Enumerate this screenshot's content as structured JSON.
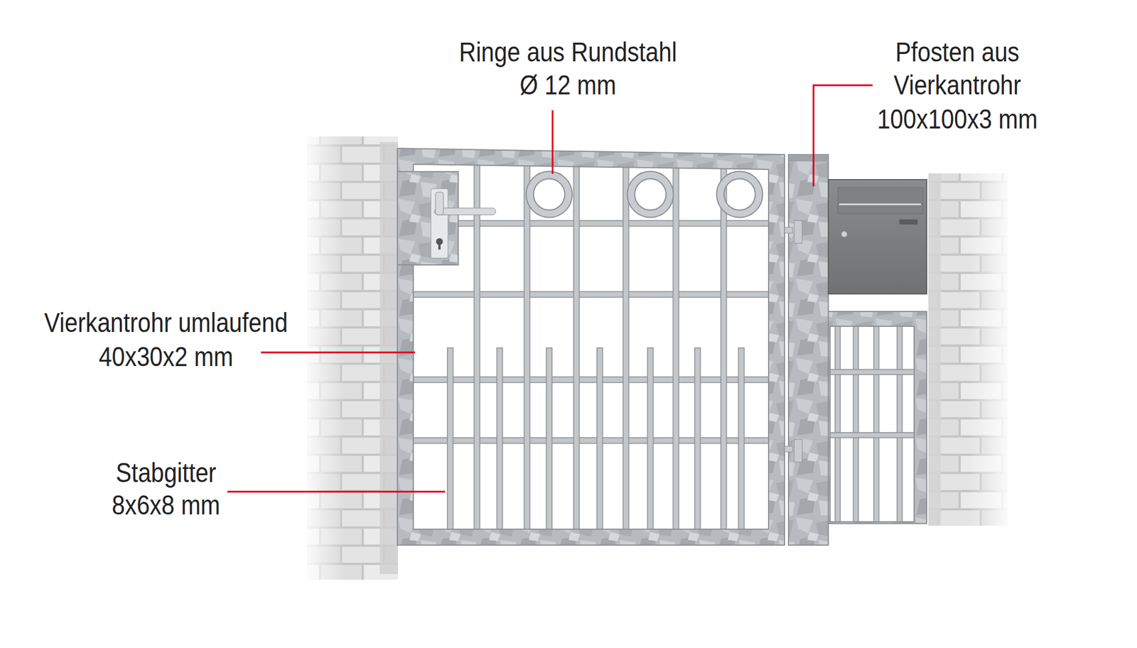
{
  "diagram": {
    "labels": [
      "Ringe aus Rundstahl",
      "Ø 12 mm",
      "Pfosten aus",
      "Vierkantrohr",
      "100x100x3 mm",
      "Vierkantrohr umlaufend",
      "40x30x2 mm",
      "Stabgitter",
      "8x6x8 mm"
    ]
  }
}
